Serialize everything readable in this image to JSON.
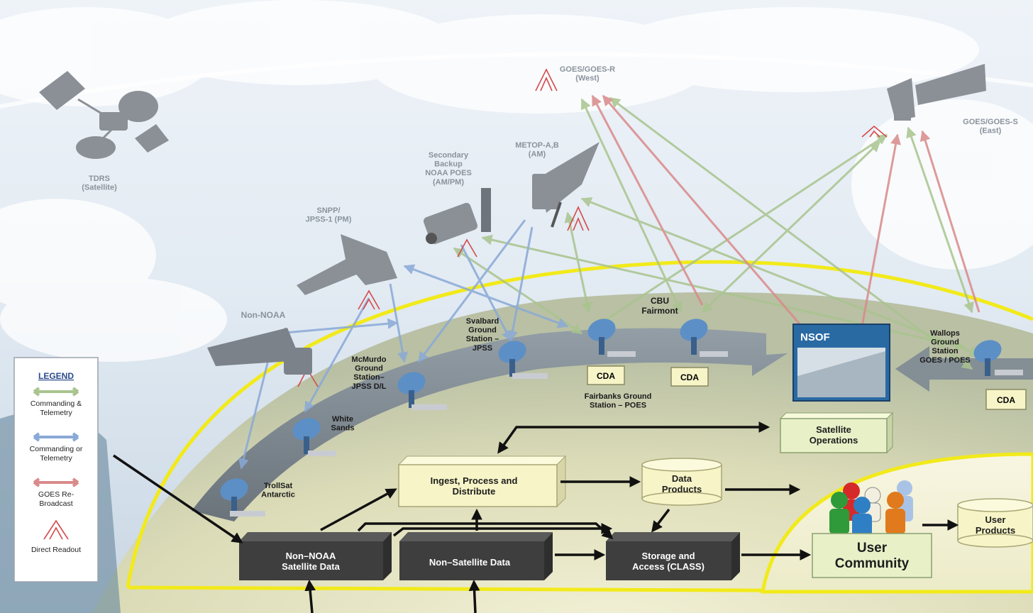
{
  "satellites": {
    "tdrs": [
      "TDRS",
      "(Satellite)"
    ],
    "goes_west": [
      "GOES/GOES-R",
      "(West)"
    ],
    "goes_east": [
      "GOES/GOES-S",
      "(East)"
    ],
    "metop": [
      "METOP-A,B",
      "(AM)"
    ],
    "secondary": [
      "Secondary",
      "Backup",
      "NOAA POES",
      "(AM/PM)"
    ],
    "snpp": [
      "SNPP/",
      "JPSS-1 (PM)"
    ],
    "non_noaa": [
      "Non-NOAA"
    ]
  },
  "stations": {
    "cbu": [
      "CBU",
      "Fairmont"
    ],
    "svalbard": [
      "Svalbard",
      "Ground",
      "Station –",
      "JPSS"
    ],
    "mcmurdo": [
      "McMurdo",
      "Ground",
      "Station–",
      "JPSS D/L"
    ],
    "white_sands": [
      "White",
      "Sands"
    ],
    "troll": [
      "TrollSat",
      "Antarctic"
    ],
    "fairbanks": [
      "Fairbanks Ground",
      "Station – POES"
    ],
    "wallops": [
      "Wallops",
      "Ground",
      "Station",
      "GOES / POES"
    ],
    "nsof": "NSOF",
    "cda": "CDA"
  },
  "legend": {
    "title": "LEGEND",
    "items": [
      {
        "label": [
          "Commanding &",
          "Telemetry"
        ],
        "kind": "arrow",
        "color": "#a9c48e"
      },
      {
        "label": [
          "Commanding or",
          "Telemetry"
        ],
        "kind": "arrow",
        "color": "#89a9d6"
      },
      {
        "label": [
          "GOES Re-",
          "Broadcast"
        ],
        "kind": "arrow",
        "color": "#d98a8a"
      },
      {
        "label": [
          "Direct Readout"
        ],
        "kind": "readout",
        "color": "#d44a4a"
      }
    ]
  },
  "boxes": {
    "satellite_operations": [
      "Satellite",
      "Operations"
    ],
    "ingest": [
      "Ingest, Process and",
      "Distribute"
    ],
    "data_products": [
      "Data",
      "Products"
    ],
    "non_noaa_data": [
      "Non–NOAA",
      "Satellite Data"
    ],
    "non_satellite_data": [
      "Non–Satellite Data"
    ],
    "storage": [
      "Storage and",
      "Access (CLASS)"
    ],
    "user_community": [
      "User",
      "Community"
    ],
    "user_products": [
      "User",
      "Products"
    ]
  },
  "colors": {
    "commanding_telemetry": "#a9c48e",
    "commanding_or_telemetry": "#89a9d6",
    "goes_rebroadcast": "#d98a8a",
    "direct_readout": "#d44a4a",
    "dome_outline": "#f2ea1a",
    "process_box": "#f7f5c8",
    "dark_box": "#3e3e3e",
    "ops_box": "#e8f0c8"
  }
}
